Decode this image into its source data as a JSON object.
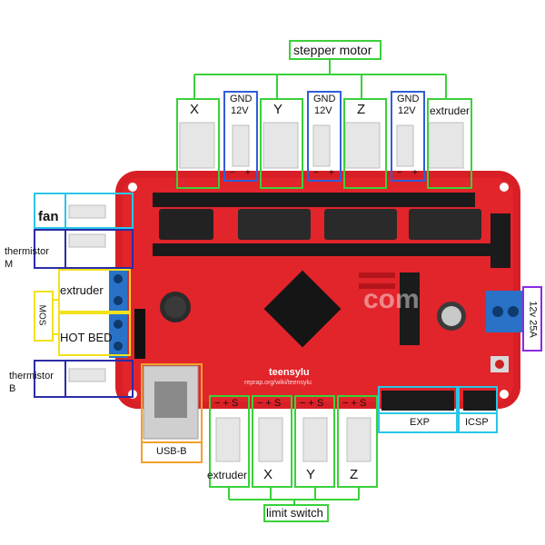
{
  "title": "stepper motor",
  "top": {
    "x": "X",
    "gnd1": "GND",
    "v1": "12V",
    "y": "Y",
    "gnd2": "GND",
    "v2": "12V",
    "z": "Z",
    "gnd3": "GND",
    "v3": "12V",
    "extruder": "extruder",
    "minus": "−",
    "plus": "+"
  },
  "left": {
    "fan": "fan",
    "thermistor_m": "thermistor\nM",
    "extruder": "extruder",
    "mos": "MOS",
    "hot_bed": "HOT BED",
    "thermistor_b": "thermistor\nB"
  },
  "right": {
    "power": "12v 25A"
  },
  "bottom": {
    "pins": [
      "− + S",
      "− + S",
      "− + S",
      "− + S"
    ],
    "labels": [
      "extruder",
      "X",
      "Y",
      "Z"
    ],
    "limit_switch": "limit switch",
    "usb": "USB-B",
    "exp": "EXP",
    "icsp": "ICSP"
  },
  "board": {
    "brand": "teensylu",
    "url": "reprap.org/wiki/teensylu",
    "watermark": "com"
  },
  "colors": {
    "board": "#d81f26",
    "green": "#3ad13a",
    "blue": "#2f5fd6",
    "cyan": "#28c7e6",
    "navy": "#2c2ca8",
    "yellow": "#f1e21c",
    "orange": "#f2a12a",
    "purple": "#8a2be2"
  }
}
